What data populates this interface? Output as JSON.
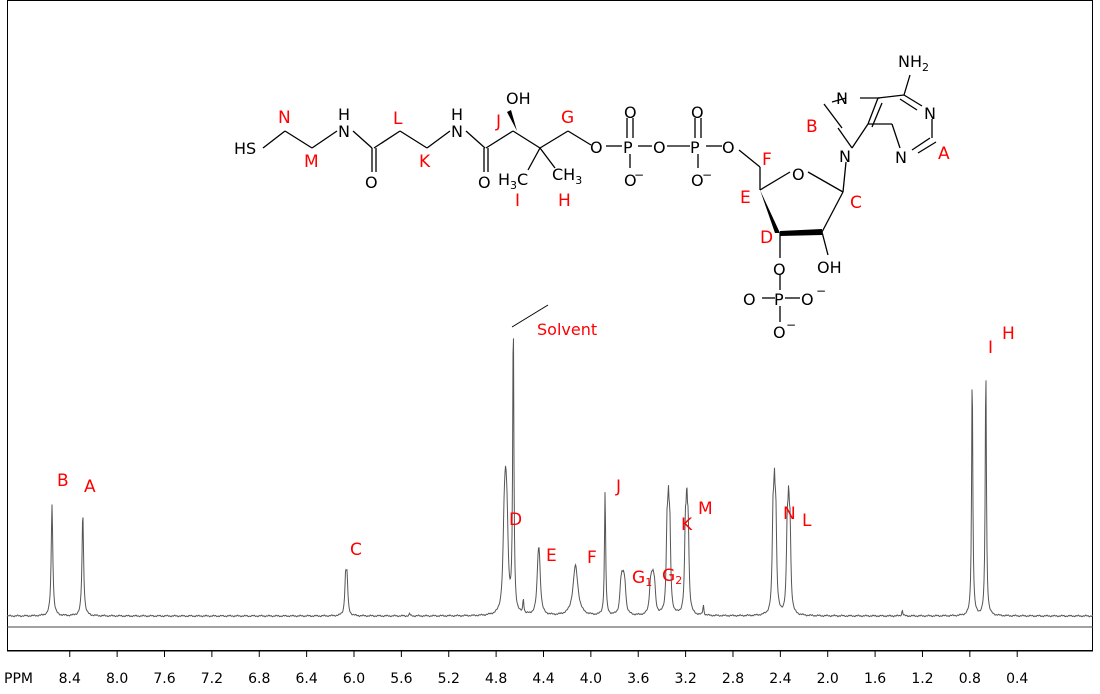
{
  "chart_data": {
    "type": "line",
    "xlabel": "PPM",
    "xlim": [
      8.93,
      -0.24
    ],
    "x_ticks": [
      "8.4",
      "8.0",
      "7.6",
      "7.2",
      "6.8",
      "6.4",
      "6.0",
      "5.6",
      "5.2",
      "4.8",
      "4.4",
      "4.0",
      "3.6",
      "3.2",
      "2.8",
      "2.4",
      "2.0",
      "1.6",
      "1.2",
      "0.8",
      "0.4"
    ],
    "peaks": [
      {
        "ppm": 8.55,
        "height": 0.38,
        "width": 0.008,
        "label": "B"
      },
      {
        "ppm": 8.29,
        "height": 0.35,
        "width": 0.008,
        "label": "A"
      },
      {
        "ppm": 6.065,
        "height": 0.14,
        "width": 0.008,
        "label": "C",
        "multiplet": 2,
        "spacing": 0.012
      },
      {
        "ppm": 4.72,
        "height": 0.27,
        "width": 0.012,
        "label": "D",
        "multiplet": 3,
        "spacing": 0.012
      },
      {
        "ppm": 4.655,
        "height": 1.0,
        "width": 0.006,
        "label": "Solvent"
      },
      {
        "ppm": 4.44,
        "height": 0.16,
        "width": 0.012,
        "label": "E",
        "multiplet": 2,
        "spacing": 0.01
      },
      {
        "ppm": 4.13,
        "height": 0.17,
        "width": 0.025,
        "label": "F"
      },
      {
        "ppm": 3.88,
        "height": 0.42,
        "width": 0.006,
        "label": "J"
      },
      {
        "ppm": 3.73,
        "height": 0.09,
        "width": 0.01,
        "label": "G1",
        "multiplet": 4,
        "spacing": 0.012
      },
      {
        "ppm": 3.48,
        "height": 0.09,
        "width": 0.01,
        "label": "G2",
        "multiplet": 4,
        "spacing": 0.012
      },
      {
        "ppm": 3.345,
        "height": 0.29,
        "width": 0.008,
        "label": "K",
        "multiplet": 3,
        "spacing": 0.012
      },
      {
        "ppm": 3.19,
        "height": 0.29,
        "width": 0.008,
        "label": "M",
        "multiplet": 3,
        "spacing": 0.012
      },
      {
        "ppm": 2.45,
        "height": 0.33,
        "width": 0.008,
        "label": "N",
        "multiplet": 3,
        "spacing": 0.012
      },
      {
        "ppm": 2.33,
        "height": 0.29,
        "width": 0.008,
        "label": "L",
        "multiplet": 3,
        "spacing": 0.012
      },
      {
        "ppm": 0.78,
        "height": 0.83,
        "width": 0.006,
        "label": "I"
      },
      {
        "ppm": 0.665,
        "height": 0.85,
        "width": 0.006,
        "label": "H"
      }
    ],
    "minor_peaks": [
      {
        "ppm": 4.57,
        "height": 0.05
      },
      {
        "ppm": 3.05,
        "height": 0.035
      },
      {
        "ppm": 1.37,
        "height": 0.02
      },
      {
        "ppm": 5.53,
        "height": 0.008
      }
    ]
  },
  "peak_labels": {
    "B": "B",
    "A": "A",
    "C": "C",
    "D": "D",
    "E": "E",
    "F": "F",
    "J": "J",
    "G1_main": "G",
    "G1_sub": "1",
    "G2_main": "G",
    "G2_sub": "2",
    "K": "K",
    "M": "M",
    "N": "N",
    "L": "L",
    "I": "I",
    "H": "H",
    "solvent": "Solvent"
  },
  "structure": {
    "HS": "HS",
    "NH_1": "N",
    "NH_1_H": "H",
    "O_1": "O",
    "NH_2": "N",
    "NH_2_H": "H",
    "O_2": "O",
    "OH_1": "OH",
    "H3C": "H",
    "H3C_sub": "3",
    "H3C_C": "C",
    "CH3": "CH",
    "CH3_sub": "3",
    "O_link": "O",
    "P1": "P",
    "O_p1_top": "O",
    "O_p1_bot": "O",
    "O_link2": "O",
    "P2": "P",
    "O_p2_top": "O",
    "O_p2_bot": "O",
    "O_link3": "O",
    "O_ring": "O",
    "N9": "N",
    "N7": "N",
    "N1": "N",
    "N3": "N",
    "NH2": "NH",
    "NH2_sub": "2",
    "OH_2": "OH",
    "O_3p": "O",
    "P3": "P",
    "O_p3_left": "O",
    "O_p3_right": "O",
    "O_p3_bot": "O",
    "label_N": "N",
    "label_M": "M",
    "label_L": "L",
    "label_K": "K",
    "label_J": "J",
    "label_G": "G",
    "label_I": "I",
    "label_H": "H",
    "label_F": "F",
    "label_E": "E",
    "label_D": "D",
    "label_C": "C",
    "label_B": "B",
    "label_A": "A",
    "minus": "−"
  },
  "colors": {
    "label": "#ff0000",
    "spectrum": "#555555",
    "structure": "#000000"
  }
}
